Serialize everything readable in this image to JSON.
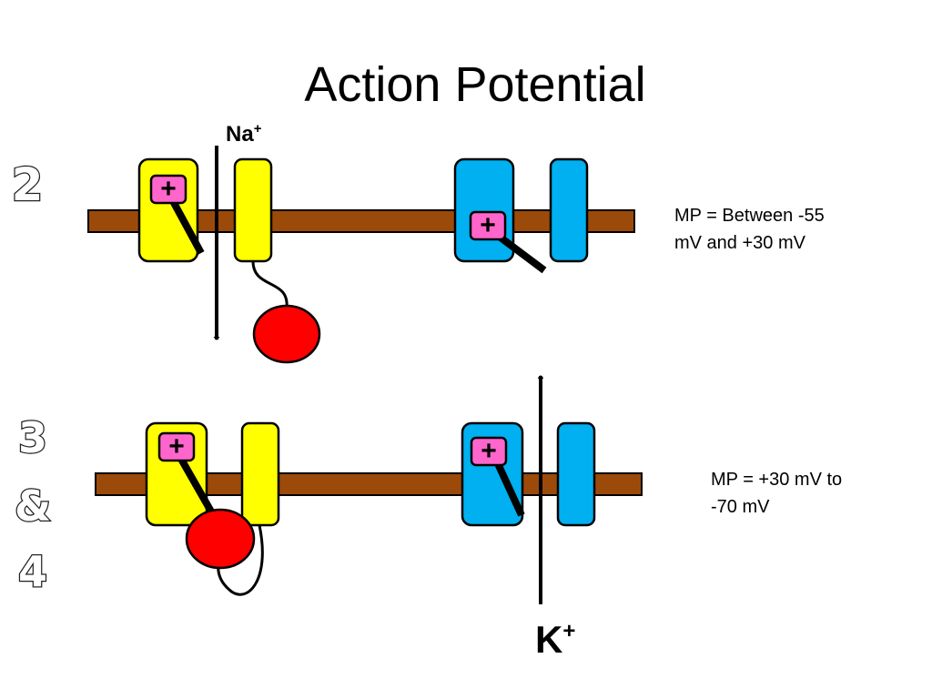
{
  "title": "Action Potential",
  "steps": {
    "top": "2",
    "bottom_lines": [
      "3",
      "&",
      "4"
    ]
  },
  "ions": {
    "sodium": {
      "base": "Na",
      "charge": "+"
    },
    "potassium": {
      "base": "K",
      "charge": "+"
    }
  },
  "notes": {
    "top_lines": [
      "MP = Between -55",
      "mV and +30 mV"
    ],
    "bottom_lines": [
      "MP = +30 mV to",
      "-70 mV"
    ]
  },
  "sensor_symbol": "+",
  "colors": {
    "membrane": "#9c4a0a",
    "sodium_channel": "#ffff00",
    "potassium_channel": "#00b0f0",
    "voltage_sensor": "#ff66cc",
    "inactivation_ball": "#ff0000"
  }
}
